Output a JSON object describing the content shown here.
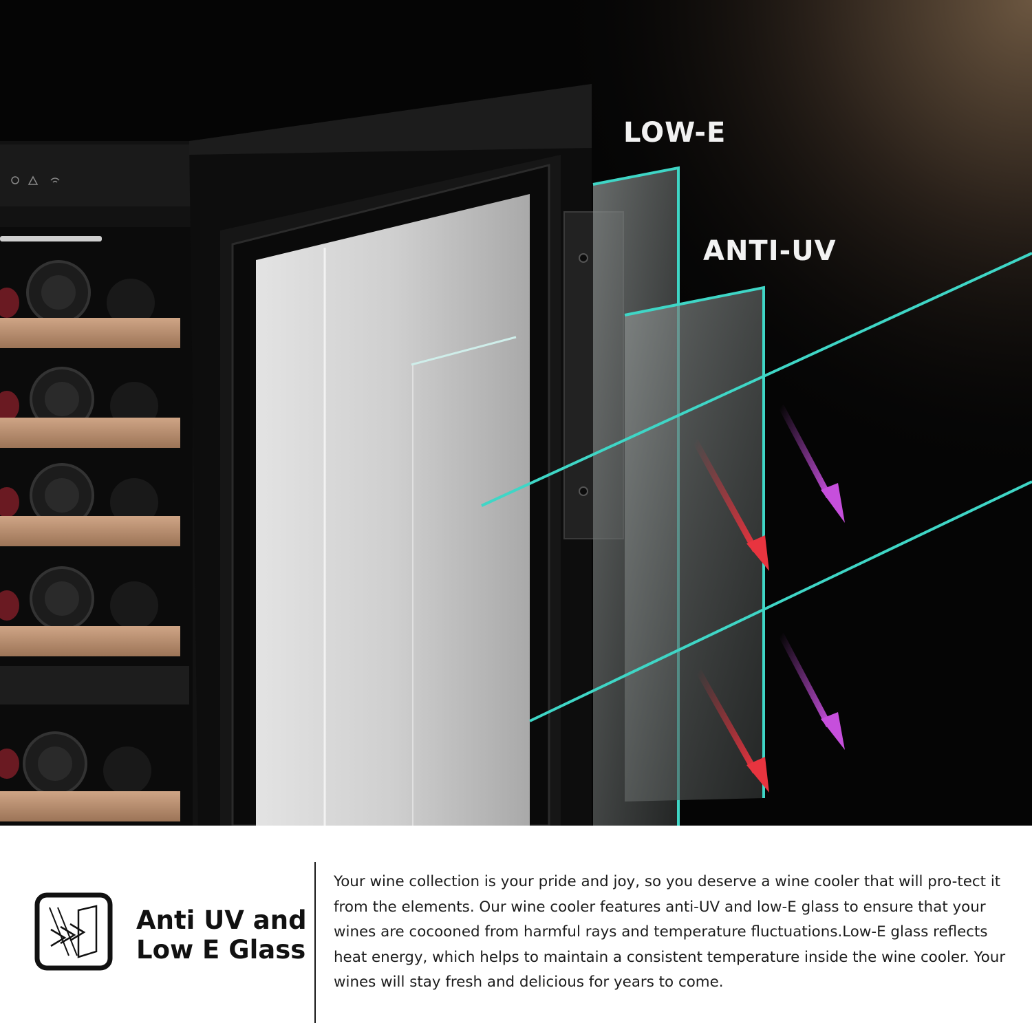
{
  "hero": {
    "glass_labels": {
      "low_e": "LOW-E",
      "anti_uv": "ANTI-UV"
    },
    "ray_colors": {
      "glass_edge": "#3fd6c6",
      "infrared_arrow": "#e8343f",
      "uv_arrow": "#c64fdc"
    },
    "shelf_color": "#b68a68"
  },
  "footer": {
    "icon": "anti-uv-glass-icon",
    "title": "Anti UV and Low E Glass",
    "description": "Your wine collection is your pride and joy, so you deserve a wine cooler that will pro-tect it from the elements. Our wine cooler features anti-UV and low-E glass to ensure that your wines are cocooned from harmful rays and temperature fluctuations.Low-E glass reflects heat energy, which helps to maintain a consistent temperature inside the wine cooler. Your wines will stay fresh and delicious for years to come."
  }
}
